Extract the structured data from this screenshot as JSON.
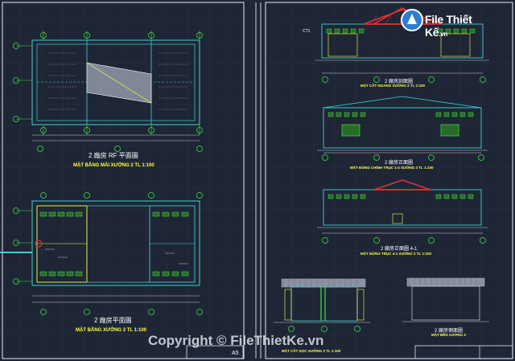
{
  "colors": {
    "background": "#1e2636",
    "grid": "#2c3446",
    "wall": "#40d0d0",
    "axis": "#40e040",
    "dimension": "#c8d0d8",
    "roof_red": "#e03030",
    "yellow": "#ffff40",
    "magenta": "#e040e0"
  },
  "watermark": {
    "brand": "File Thiết Kế",
    "brand_suffix": ".vn",
    "copyright": "Copyright © FileThietKe.vn"
  },
  "drawings": {
    "roof_plan": {
      "title_cn": "2 廠房 RF 平面圖",
      "title_vn": "MẶT BẰNG MÁI XƯỞNG 2 TL 1:100"
    },
    "floor_plan": {
      "title_cn": "2 廠房平面圖",
      "title_vn": "MẶT BẰNG XƯỞNG 2 TL 1:100"
    },
    "section_cross": {
      "title_cn": "2 廠房剖面圖",
      "title_vn": "MẶT CẮT NGANG XƯỞNG 2 TL 1:100"
    },
    "front_elevation": {
      "title_cn": "2 廠房正面圖",
      "title_vn": "MẶT ĐỨNG CHÍNH TRỤC 1-4 XƯỞNG 2 TL 1:100"
    },
    "back_elevation": {
      "title_cn": "2 廠房正面圖 4-1",
      "title_vn": "MẶT ĐỨNG TRỤC 4-1 XƯỞNG 2 TL 1:100"
    },
    "section_long": {
      "title_vn": "MẶT CẮT DỌC XƯỞNG 2 TL 1:100"
    },
    "side_elevation": {
      "title_cn": "2 廠房側面圖",
      "title_vn": "MẶT BÊN XƯỞNG 2"
    }
  },
  "title_block": {
    "sheet_label": "A5"
  },
  "annotations": {
    "level_tag": "CT1"
  }
}
